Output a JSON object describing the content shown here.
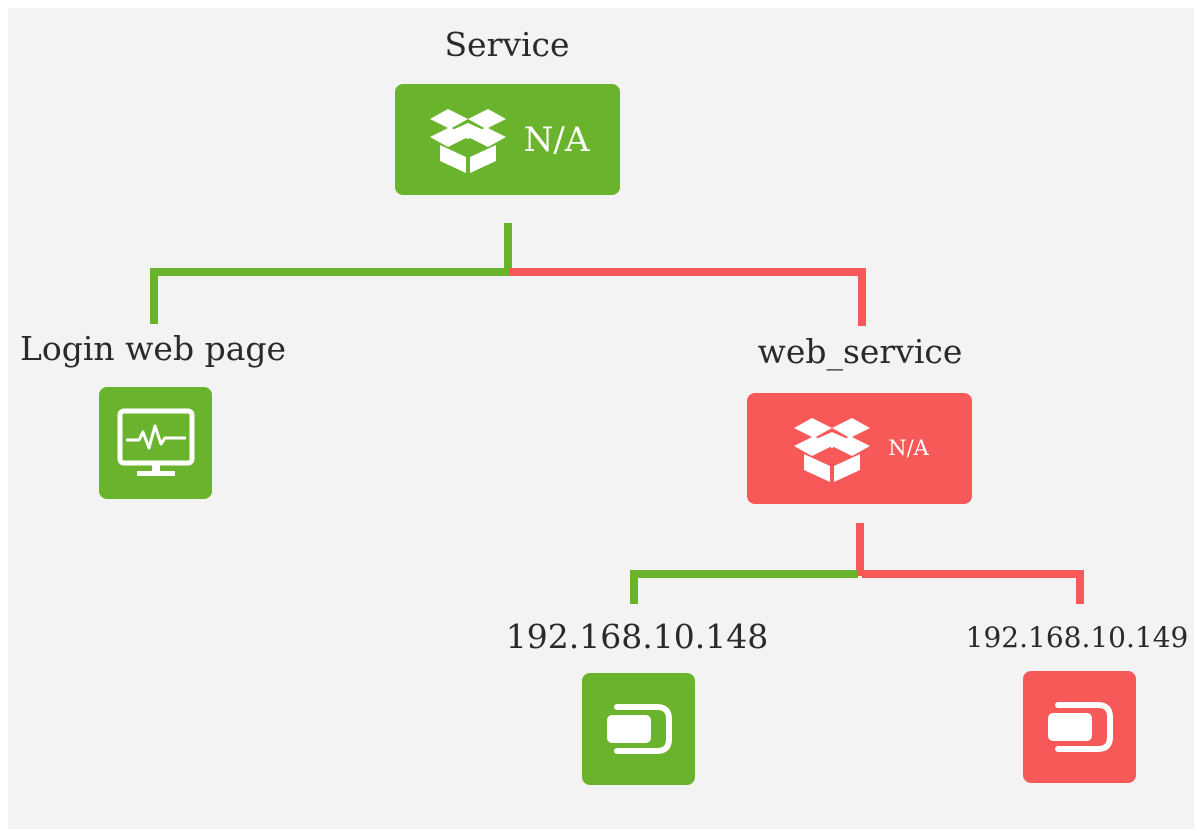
{
  "colors": {
    "ok": "#6ab42d",
    "critical": "#f75858",
    "background": "#f3f3f3"
  },
  "nodes": {
    "service": {
      "label": "Service",
      "value": "N/A",
      "status": "ok",
      "icon": "service-box-icon"
    },
    "login_web_page": {
      "label": "Login web page",
      "status": "ok",
      "icon": "monitor-icon"
    },
    "web_service": {
      "label": "web_service",
      "value": "N/A",
      "status": "critical",
      "icon": "service-box-icon"
    },
    "host_148": {
      "label": "192.168.10.148",
      "status": "ok",
      "icon": "module-icon"
    },
    "host_149": {
      "label": "192.168.10.149",
      "status": "critical",
      "icon": "module-icon"
    }
  },
  "edges": [
    {
      "from": "Service",
      "to": "Login web page",
      "status": "ok"
    },
    {
      "from": "Service",
      "to": "web_service",
      "status": "critical"
    },
    {
      "from": "web_service",
      "to": "192.168.10.148",
      "status": "ok"
    },
    {
      "from": "web_service",
      "to": "192.168.10.149",
      "status": "critical"
    }
  ]
}
